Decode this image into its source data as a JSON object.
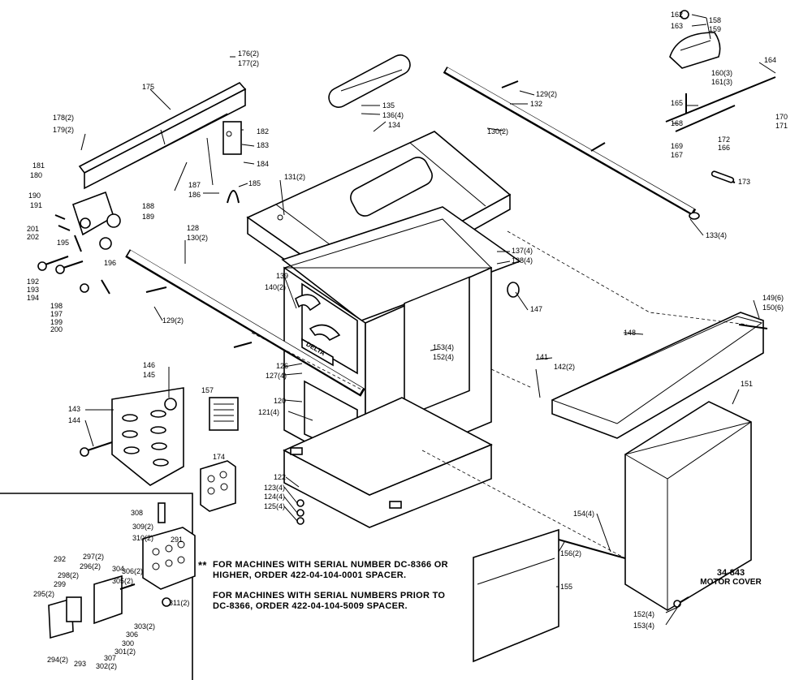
{
  "brand_plate": "DELTA",
  "notes": {
    "marker": "**",
    "line1": "FOR MACHINES WITH SERIAL NUMBER DC-8366 OR",
    "line2": "HIGHER, ORDER 422-04-104-0001 SPACER.",
    "line3": "FOR MACHINES WITH SERIAL NUMBERS PRIOR TO",
    "line4": "DC-8366, ORDER 422-04-104-5009 SPACER."
  },
  "motor_cover": {
    "model": "34-843",
    "caption": "MOTOR COVER"
  },
  "labels": [
    {
      "id": "162",
      "text": "162"
    },
    {
      "id": "163",
      "text": "163"
    },
    {
      "id": "158",
      "text": "158"
    },
    {
      "id": "159",
      "text": "159"
    },
    {
      "id": "164",
      "text": "164"
    },
    {
      "id": "160",
      "text": "160(3)"
    },
    {
      "id": "161",
      "text": "161(3)"
    },
    {
      "id": "165",
      "text": "165"
    },
    {
      "id": "168",
      "text": "168"
    },
    {
      "id": "170",
      "text": "170"
    },
    {
      "id": "171",
      "text": "171"
    },
    {
      "id": "172",
      "text": "172"
    },
    {
      "id": "166",
      "text": "166"
    },
    {
      "id": "169",
      "text": "169"
    },
    {
      "id": "167",
      "text": "167"
    },
    {
      "id": "173",
      "text": "173"
    },
    {
      "id": "176",
      "text": "176(2)"
    },
    {
      "id": "177",
      "text": "177(2)"
    },
    {
      "id": "175",
      "text": "175"
    },
    {
      "id": "178",
      "text": "178(2)"
    },
    {
      "id": "179",
      "text": "179(2)"
    },
    {
      "id": "182",
      "text": "182"
    },
    {
      "id": "183",
      "text": "183"
    },
    {
      "id": "184",
      "text": "184"
    },
    {
      "id": "181",
      "text": "181"
    },
    {
      "id": "180",
      "text": "180"
    },
    {
      "id": "187",
      "text": "187"
    },
    {
      "id": "186",
      "text": "186"
    },
    {
      "id": "185",
      "text": "185"
    },
    {
      "id": "190",
      "text": "190"
    },
    {
      "id": "191",
      "text": "191"
    },
    {
      "id": "188",
      "text": "188"
    },
    {
      "id": "189",
      "text": "189"
    },
    {
      "id": "201",
      "text": "201"
    },
    {
      "id": "202",
      "text": "202"
    },
    {
      "id": "195",
      "text": "195"
    },
    {
      "id": "196",
      "text": "196"
    },
    {
      "id": "192",
      "text": "192"
    },
    {
      "id": "193",
      "text": "193"
    },
    {
      "id": "194",
      "text": "194"
    },
    {
      "id": "198",
      "text": "198"
    },
    {
      "id": "197",
      "text": "197"
    },
    {
      "id": "199",
      "text": "199"
    },
    {
      "id": "200",
      "text": "200"
    },
    {
      "id": "135",
      "text": "135"
    },
    {
      "id": "136",
      "text": "136(4)"
    },
    {
      "id": "134",
      "text": "134"
    },
    {
      "id": "129a",
      "text": "129(2)"
    },
    {
      "id": "132",
      "text": "132"
    },
    {
      "id": "130a",
      "text": "130(2)"
    },
    {
      "id": "131",
      "text": "131(2)"
    },
    {
      "id": "133",
      "text": "133(4)"
    },
    {
      "id": "128",
      "text": "128"
    },
    {
      "id": "130b",
      "text": "130(2)"
    },
    {
      "id": "137",
      "text": "137(4)"
    },
    {
      "id": "138",
      "text": "138(4)"
    },
    {
      "id": "139",
      "text": "139"
    },
    {
      "id": "140",
      "text": "140(2)"
    },
    {
      "id": "147",
      "text": "147"
    },
    {
      "id": "129b",
      "text": "129(2)"
    },
    {
      "id": "149",
      "text": "149(6)"
    },
    {
      "id": "150",
      "text": "150(6)"
    },
    {
      "id": "148",
      "text": "148"
    },
    {
      "id": "153a",
      "text": "153(4)"
    },
    {
      "id": "152a",
      "text": "152(4)"
    },
    {
      "id": "126",
      "text": "126"
    },
    {
      "id": "127",
      "text": "127(4)"
    },
    {
      "id": "141",
      "text": "141"
    },
    {
      "id": "142",
      "text": "142(2)"
    },
    {
      "id": "146",
      "text": "146"
    },
    {
      "id": "145",
      "text": "145"
    },
    {
      "id": "157",
      "text": "157"
    },
    {
      "id": "120",
      "text": "120"
    },
    {
      "id": "121",
      "text": "121(4)"
    },
    {
      "id": "151",
      "text": "151"
    },
    {
      "id": "143",
      "text": "143"
    },
    {
      "id": "144",
      "text": "144"
    },
    {
      "id": "174",
      "text": "174"
    },
    {
      "id": "122",
      "text": "122"
    },
    {
      "id": "123",
      "text": "123(4)"
    },
    {
      "id": "124",
      "text": "124(4)"
    },
    {
      "id": "125",
      "text": "125(4)"
    },
    {
      "id": "154",
      "text": "154(4)"
    },
    {
      "id": "308",
      "text": "308"
    },
    {
      "id": "309",
      "text": "309(2)"
    },
    {
      "id": "310",
      "text": "310(2)"
    },
    {
      "id": "291",
      "text": "291"
    },
    {
      "id": "156",
      "text": "156(2)"
    },
    {
      "id": "292",
      "text": "292"
    },
    {
      "id": "297",
      "text": "297(2)"
    },
    {
      "id": "296",
      "text": "296(2)"
    },
    {
      "id": "306a",
      "text": "306(2)"
    },
    {
      "id": "305",
      "text": "305(2)"
    },
    {
      "id": "298",
      "text": "298(2)"
    },
    {
      "id": "304",
      "text": "304"
    },
    {
      "id": "299",
      "text": "299"
    },
    {
      "id": "295",
      "text": "295(2)"
    },
    {
      "id": "311",
      "text": "311(2)"
    },
    {
      "id": "155",
      "text": "155"
    },
    {
      "id": "303",
      "text": "303(2)"
    },
    {
      "id": "306b",
      "text": "306"
    },
    {
      "id": "300",
      "text": "300"
    },
    {
      "id": "301",
      "text": "301(2)"
    },
    {
      "id": "307",
      "text": "307"
    },
    {
      "id": "294",
      "text": "294(2)"
    },
    {
      "id": "293",
      "text": "293"
    },
    {
      "id": "302",
      "text": "302(2)"
    },
    {
      "id": "152b",
      "text": "152(4)"
    },
    {
      "id": "153b",
      "text": "153(4)"
    }
  ]
}
